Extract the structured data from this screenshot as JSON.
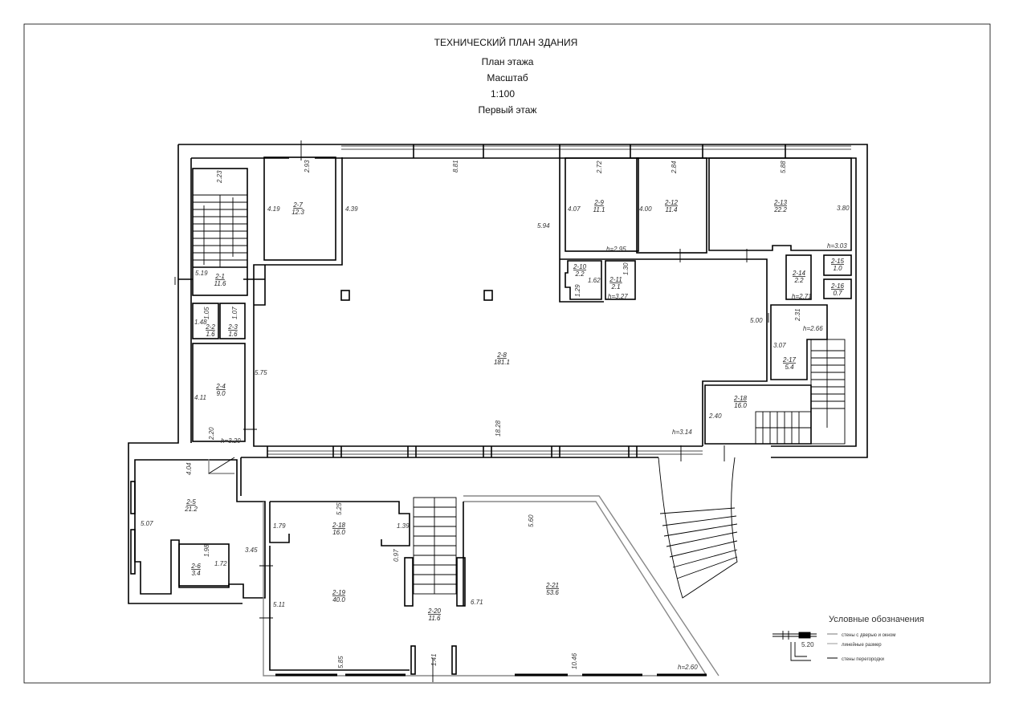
{
  "header": {
    "title": "ТЕХНИЧЕСКИЙ ПЛАН ЗДАНИЯ",
    "subtitle": "План этажа",
    "scale_label": "Масштаб",
    "scale": "1:100",
    "floor": "Первый этаж"
  },
  "rooms": [
    {
      "id": "2-1",
      "area": "11.6"
    },
    {
      "id": "2-2",
      "area": "1.6"
    },
    {
      "id": "2-3",
      "area": "1.6"
    },
    {
      "id": "2-4",
      "area": "9.0"
    },
    {
      "id": "2-5",
      "area": "21.2"
    },
    {
      "id": "2-6",
      "area": "3.4"
    },
    {
      "id": "2-7",
      "area": "12.3"
    },
    {
      "id": "2-8",
      "area": "181.1"
    },
    {
      "id": "2-9",
      "area": "11.1"
    },
    {
      "id": "2-10",
      "area": "2.2"
    },
    {
      "id": "2-11",
      "area": "2.1"
    },
    {
      "id": "2-12",
      "area": "11.4"
    },
    {
      "id": "2-13",
      "area": "22.2"
    },
    {
      "id": "2-14",
      "area": "2.2"
    },
    {
      "id": "2-15",
      "area": "1.0"
    },
    {
      "id": "2-16",
      "area": "0.7"
    },
    {
      "id": "2-17",
      "area": "5.4"
    },
    {
      "id": "2-18",
      "area": "16.0"
    },
    {
      "id": "2-18",
      "area": "16.0"
    },
    {
      "id": "2-19",
      "area": "40.0"
    },
    {
      "id": "2-20",
      "area": "11.6"
    },
    {
      "id": "2-21",
      "area": "53.6"
    }
  ],
  "dimensions": [
    "2.23",
    "2.93",
    "4.19",
    "4.39",
    "8.81",
    "5.94",
    "5.19",
    "2.72",
    "4.07",
    "2.84",
    "4.00",
    "5.88",
    "3.80",
    "h=3.03",
    "h=2.95",
    "1.62",
    "1.29",
    "1.30",
    "h=3.27",
    "h=2.71",
    "1.05",
    "1.07",
    "1.48",
    "5.75",
    "4.11",
    "2.20",
    "h=3.29",
    "18.28",
    "5.00",
    "2.31",
    "h=2.66",
    "3.07",
    "2.40",
    "h=3.14",
    "4.04",
    "5.07",
    "1.98",
    "1.72",
    "3.45",
    "5.11",
    "5.25",
    "1.79",
    "1.39",
    "0.97",
    "6.71",
    "5.85",
    "1.41",
    "5.60",
    "10.46",
    "h=2.60"
  ],
  "legend": {
    "title": "Условные обозначения",
    "sample_dim": "5.20",
    "items": [
      "стены с дверью и окном",
      "линейные размер",
      "стены перегородки"
    ]
  }
}
